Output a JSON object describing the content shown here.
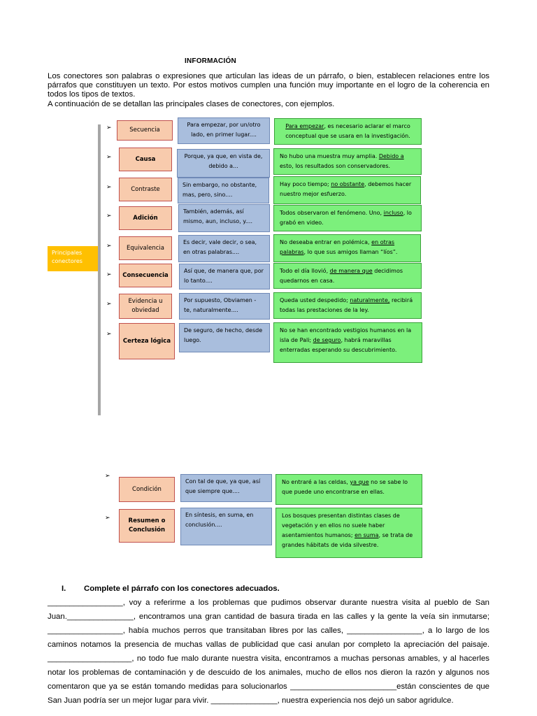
{
  "title": "INFORMACIÓN",
  "intro": {
    "paragraph_1": "Los conectores son palabras o expresiones que articulan las ideas de un párrafo, o bien, establecen relaciones entre los párrafos que constituyen un texto. Por estos motivos cumplen una función muy importante en el logro de la coherencia en todos los tipos de textos.",
    "paragraph_2": "A continuación de se detallan las principales clases de conectores, con ejemplos."
  },
  "diagram": {
    "root_label": "Principales conectores",
    "arrow_glyph": "➢",
    "rows": [
      {
        "category": "Secuencia",
        "connectors": "Para empezar, por un/otro lado, en primer lugar....",
        "example": {
          "before": "",
          "underlined": "Para empezar",
          "after": ", es necesario aclarar el marco conceptual que se usara en la investigación."
        }
      },
      {
        "category": "Causa",
        "connectors": "Porque, ya que, en vista de, debido a...",
        "example": {
          "before": "No hubo una muestra muy amplia. ",
          "underlined": "Debido a",
          "after": " esto, los resultados son conservadores."
        }
      },
      {
        "category": "Contraste",
        "connectors": "Sin embargo, no obstante, mas, pero, sino....",
        "example": {
          "before": "Hay poco tiempo; ",
          "underlined": "no obstante",
          "after": ", debemos hacer nuestro mejor esfuerzo."
        }
      },
      {
        "category": "Adición",
        "connectors": "También, además, así mismo, aun, incluso, y....",
        "example": {
          "before": "Todos observaron el fenómeno. Uno, ",
          "underlined": "incluso",
          "after": ", lo grabó en video."
        }
      },
      {
        "category": "Equivalencia",
        "connectors": "Es decir, vale decir, o sea, en otras palabras....",
        "example": {
          "before": "No deseaba entrar en polémica, ",
          "underlined": "en otras palabras",
          "after": ", lo que sus amigos llaman “líos”."
        }
      },
      {
        "category": "Consecuencia",
        "connectors": "Así que, de manera que, por lo tanto....",
        "example": {
          "before": "Todo el día llovió, ",
          "underlined": "de manera que",
          "after": " decidimos quedarnos en casa."
        }
      },
      {
        "category": "Evidencia u obviedad",
        "connectors": "Por supuesto, Obviamen - te, naturalmente....",
        "example": {
          "before": "Queda usted despedido; ",
          "underlined": "naturalmente,",
          "after": " recibirá todas las prestaciones de la ley."
        }
      },
      {
        "category": "Certeza lógica",
        "connectors": "De seguro, de hecho, desde luego.",
        "example": {
          "before": "No se han encontrado vestigios humanos en la isla de Pali; ",
          "underlined": "de seguro",
          "after": ", habrá maravillas enterradas esperando su descubrimiento."
        }
      },
      {
        "category": "Condición",
        "connectors": "Con tal de que, ya que, así que siempre que....",
        "example": {
          "before": "No entraré a las celdas, ",
          "underlined": "ya que",
          "after": " no se sabe lo que puede uno encontrarse en ellas."
        }
      },
      {
        "category": "Resumen o Conclusión",
        "connectors": "En síntesis, en suma, en conclusión....",
        "example": {
          "before": "Los bosques presentan distintas clases de vegetación y en ellos no suele haber asentamientos humanos; ",
          "underlined": "en suma",
          "after": ", se trata de grandes hábitats de vida silvestre."
        }
      }
    ]
  },
  "exercise": {
    "number": "I.",
    "heading": "Complete el párrafo con los conectores adecuados.",
    "text": "_________________, voy  a referirme a los problemas que pudimos observar durante nuestra visita al pueblo de San Juan._______________, encontramos una gran cantidad de basura tirada en las calles y la gente la veía sin inmutarse; _________________, había muchos perros que transitaban libres por las calles, _________________, a lo largo de los caminos notamos la presencia de muchas vallas de publicidad que casi anulan por completo la apreciación del paisaje. ___________________, no todo fue malo durante nuestra visita, encontramos a muchas personas amables, y al hacerles notar los problemas de contaminación y de descuido de los animales, mucho de ellos nos dieron la razón y algunos nos comentaron que ya se están tomando medidas para solucionarlos ________________________están conscientes de que San Juan podría ser un mejor lugar para vivir. _______________, nuestra experiencia nos dejó un sabor agridulce."
  }
}
